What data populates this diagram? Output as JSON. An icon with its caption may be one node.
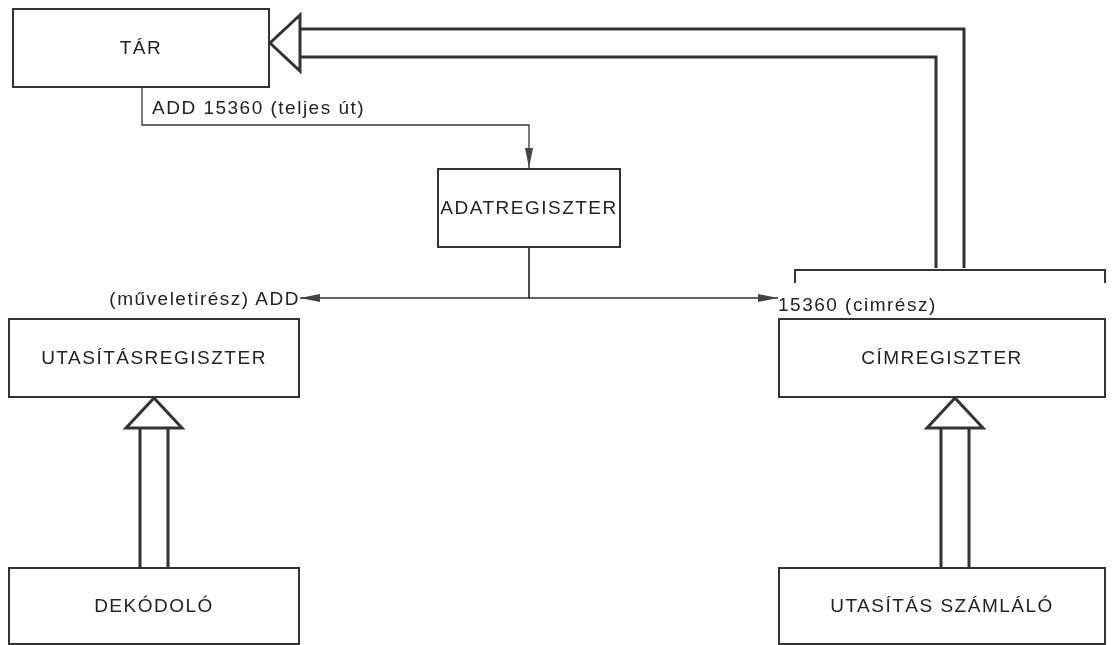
{
  "diagram": {
    "nodes": [
      {
        "text": [
          "TÁR"
        ]
      },
      {
        "text": [
          "ADATREGISZTER"
        ]
      },
      {
        "text": [
          "(műveletirész) ADD"
        ]
      },
      {
        "text": [
          "15360 (cimrész)"
        ]
      },
      {
        "text": [
          "UTASÍTÁSREGISZTER"
        ]
      },
      {
        "text": [
          "CÍMREGISZTER"
        ]
      },
      {
        "text": [
          "DEKÓDOLÓ"
        ]
      },
      {
        "text": [
          "UTASÍTÁS SZÁMLÁLÓ"
        ]
      }
    ],
    "edges": [
      {
        "from": 0,
        "to": 1,
        "arrow": "to",
        "label": "ADD 15360 (teljes út)"
      },
      {
        "from": 1,
        "to": 2,
        "arrow": "to"
      },
      {
        "from": 1,
        "to": 3,
        "arrow": "to"
      },
      {
        "from": 3,
        "to": 0,
        "arrow": "to",
        "style": "thick"
      },
      {
        "from": 6,
        "to": 4,
        "arrow": "to",
        "style": "thick"
      },
      {
        "from": 7,
        "to": 5,
        "arrow": "to",
        "style": "thick"
      }
    ]
  }
}
